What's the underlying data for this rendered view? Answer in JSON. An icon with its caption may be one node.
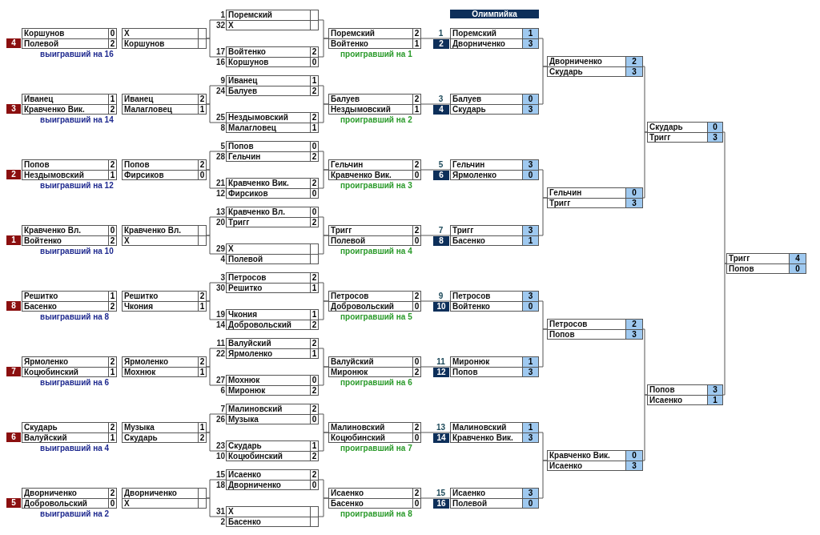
{
  "diagram": {
    "title": "Олимпийка",
    "nodes": [
      {
        "text": [
          "Коршунов",
          "0",
          "Полевой",
          "2"
        ],
        "beside": [
          "4",
          "выигравший на 16"
        ]
      },
      {
        "text": [
          "Иванец",
          "1",
          "Кравченко Вик.",
          "2"
        ],
        "beside": [
          "3",
          "выигравший на 14"
        ]
      },
      {
        "text": [
          "Попов",
          "2",
          "Нездымовский",
          "1"
        ],
        "beside": [
          "2",
          "выигравший на 12"
        ]
      },
      {
        "text": [
          "Кравченко Вл.",
          "0",
          "Войтенко",
          "2"
        ],
        "beside": [
          "1",
          "выигравший на 10"
        ]
      },
      {
        "text": [
          "Решитко",
          "1",
          "Басенко",
          "2"
        ],
        "beside": [
          "8",
          "выигравший на 8"
        ]
      },
      {
        "text": [
          "Ярмоленко",
          "2",
          "Коцюбинский",
          "1"
        ],
        "beside": [
          "7",
          "выигравший на 6"
        ]
      },
      {
        "text": [
          "Скударь",
          "2",
          "Валуйский",
          "1"
        ],
        "beside": [
          "6",
          "выигравший на 4"
        ]
      },
      {
        "text": [
          "Дворниченко",
          "2",
          "Добровольский",
          "0"
        ],
        "beside": [
          "5",
          "выигравший на 2"
        ]
      },
      {
        "text": [
          "X",
          "Коршунов"
        ]
      },
      {
        "text": [
          "Иванец",
          "2",
          "Малагловец",
          "1"
        ]
      },
      {
        "text": [
          "Попов",
          "2",
          "Фирсиков",
          "0"
        ]
      },
      {
        "text": [
          "Кравченко Вл.",
          "X"
        ]
      },
      {
        "text": [
          "Решитко",
          "2",
          "Чкония",
          "1"
        ]
      },
      {
        "text": [
          "Ярмоленко",
          "2",
          "Мохнюк",
          "1"
        ]
      },
      {
        "text": [
          "Музыка",
          "1",
          "Скударь",
          "2"
        ]
      },
      {
        "text": [
          "Дворниченко",
          "X"
        ]
      },
      {
        "text": [
          "Поремский",
          "X"
        ],
        "beside": [
          "1",
          "32"
        ]
      },
      {
        "text": [
          "Войтенко",
          "2",
          "Коршунов",
          "0"
        ],
        "beside": [
          "17",
          "16"
        ]
      },
      {
        "text": [
          "Иванец",
          "1",
          "Балуев",
          "2"
        ],
        "beside": [
          "9",
          "24"
        ]
      },
      {
        "text": [
          "Нездымовский",
          "2",
          "Малагловец",
          "1"
        ],
        "beside": [
          "25",
          "8"
        ]
      },
      {
        "text": [
          "Попов",
          "0",
          "Гельчин",
          "2"
        ],
        "beside": [
          "5",
          "28"
        ]
      },
      {
        "text": [
          "Кравченко Вик.",
          "2",
          "Фирсиков",
          "0"
        ],
        "beside": [
          "21",
          "12"
        ]
      },
      {
        "text": [
          "Кравченко Вл.",
          "0",
          "Тригг",
          "2"
        ],
        "beside": [
          "13",
          "20"
        ]
      },
      {
        "text": [
          "X",
          "Полевой"
        ],
        "beside": [
          "29",
          "4"
        ]
      },
      {
        "text": [
          "Петросов",
          "2",
          "Решитко",
          "1"
        ],
        "beside": [
          "3",
          "30"
        ]
      },
      {
        "text": [
          "Чкония",
          "1",
          "Добровольский",
          "2"
        ],
        "beside": [
          "19",
          "14"
        ]
      },
      {
        "text": [
          "Валуйский",
          "2",
          "Ярмоленко",
          "1"
        ],
        "beside": [
          "11",
          "22"
        ]
      },
      {
        "text": [
          "Мохнюк",
          "0",
          "Миронюк",
          "2"
        ],
        "beside": [
          "27",
          "6"
        ]
      },
      {
        "text": [
          "Малиновский",
          "2",
          "Музыка",
          "0"
        ],
        "beside": [
          "7",
          "26"
        ]
      },
      {
        "text": [
          "Скударь",
          "1",
          "Коцюбинский",
          "2"
        ],
        "beside": [
          "23",
          "10"
        ]
      },
      {
        "text": [
          "Исаенко",
          "2",
          "Дворниченко",
          "0"
        ],
        "beside": [
          "15",
          "18"
        ]
      },
      {
        "text": [
          "X",
          "Басенко"
        ],
        "beside": [
          "31",
          "2"
        ]
      },
      {
        "text": [
          "Поремский",
          "2",
          "Войтенко",
          "1"
        ],
        "beside": [
          "проигравший на 1"
        ]
      },
      {
        "text": [
          "Балуев",
          "2",
          "Нездымовский",
          "1"
        ],
        "beside": [
          "проигравший на 2"
        ]
      },
      {
        "text": [
          "Гельчин",
          "2",
          "Кравченко Вик.",
          "0"
        ],
        "beside": [
          "проигравший на 3"
        ]
      },
      {
        "text": [
          "Тригг",
          "2",
          "Полевой",
          "0"
        ],
        "beside": [
          "проигравший на 4"
        ]
      },
      {
        "text": [
          "Петросов",
          "2",
          "Добровольский",
          "0"
        ],
        "beside": [
          "проигравший на 5"
        ]
      },
      {
        "text": [
          "Валуйский",
          "0",
          "Миронюк",
          "2"
        ],
        "beside": [
          "проигравший на 6"
        ]
      },
      {
        "text": [
          "Малиновский",
          "2",
          "Коцюбинский",
          "0"
        ],
        "beside": [
          "проигравший на 7"
        ]
      },
      {
        "text": [
          "Исаенко",
          "2",
          "Басенко",
          "0"
        ],
        "beside": [
          "проигравший на 8"
        ]
      },
      {
        "text": [
          "Поремский",
          "1",
          "Дворниченко",
          "3"
        ],
        "beside": [
          "1",
          "2"
        ]
      },
      {
        "text": [
          "Балуев",
          "0",
          "Скударь",
          "3"
        ],
        "beside": [
          "3",
          "4"
        ]
      },
      {
        "text": [
          "Гельчин",
          "3",
          "Ярмоленко",
          "0"
        ],
        "beside": [
          "5",
          "6"
        ]
      },
      {
        "text": [
          "Тригг",
          "3",
          "Басенко",
          "1"
        ],
        "beside": [
          "7",
          "8"
        ]
      },
      {
        "text": [
          "Петросов",
          "3",
          "Войтенко",
          "0"
        ],
        "beside": [
          "9",
          "10"
        ]
      },
      {
        "text": [
          "Миронюк",
          "1",
          "Попов",
          "3"
        ],
        "beside": [
          "11",
          "12"
        ]
      },
      {
        "text": [
          "Малиновский",
          "1",
          "Кравченко Вик.",
          "3"
        ],
        "beside": [
          "13",
          "14"
        ]
      },
      {
        "text": [
          "Исаенко",
          "3",
          "Полевой",
          "0"
        ],
        "beside": [
          "15",
          "16"
        ]
      },
      {
        "text": [
          "Дворниченко",
          "2",
          "Скударь",
          "3"
        ]
      },
      {
        "text": [
          "Гельчин",
          "0",
          "Тригг",
          "3"
        ]
      },
      {
        "text": [
          "Петросов",
          "2",
          "Попов",
          "3"
        ]
      },
      {
        "text": [
          "Кравченко Вик.",
          "0",
          "Исаенко",
          "3"
        ]
      },
      {
        "text": [
          "Скударь",
          "0",
          "Тригг",
          "3"
        ]
      },
      {
        "text": [
          "Попов",
          "3",
          "Исаенко",
          "1"
        ]
      },
      {
        "text": [
          "Тригг",
          "4",
          "Попов",
          "0"
        ]
      }
    ],
    "edges": [
      {
        "from": 8,
        "to": 16,
        "arrow": "none"
      },
      {
        "from": 8,
        "to": 17,
        "arrow": "none"
      },
      {
        "from": 9,
        "to": 18,
        "arrow": "none"
      },
      {
        "from": 9,
        "to": 19,
        "arrow": "none"
      },
      {
        "from": 10,
        "to": 20,
        "arrow": "none"
      },
      {
        "from": 10,
        "to": 21,
        "arrow": "none"
      },
      {
        "from": 11,
        "to": 22,
        "arrow": "none"
      },
      {
        "from": 11,
        "to": 23,
        "arrow": "none"
      },
      {
        "from": 12,
        "to": 24,
        "arrow": "none"
      },
      {
        "from": 12,
        "to": 25,
        "arrow": "none"
      },
      {
        "from": 13,
        "to": 26,
        "arrow": "none"
      },
      {
        "from": 13,
        "to": 27,
        "arrow": "none"
      },
      {
        "from": 14,
        "to": 28,
        "arrow": "none"
      },
      {
        "from": 14,
        "to": 29,
        "arrow": "none"
      },
      {
        "from": 15,
        "to": 30,
        "arrow": "none"
      },
      {
        "from": 15,
        "to": 31,
        "arrow": "none"
      },
      {
        "from": 16,
        "to": 32,
        "arrow": "none"
      },
      {
        "from": 17,
        "to": 32,
        "arrow": "none"
      },
      {
        "from": 18,
        "to": 33,
        "arrow": "none"
      },
      {
        "from": 19,
        "to": 33,
        "arrow": "none"
      },
      {
        "from": 20,
        "to": 34,
        "arrow": "none"
      },
      {
        "from": 21,
        "to": 34,
        "arrow": "none"
      },
      {
        "from": 22,
        "to": 35,
        "arrow": "none"
      },
      {
        "from": 23,
        "to": 35,
        "arrow": "none"
      },
      {
        "from": 24,
        "to": 36,
        "arrow": "none"
      },
      {
        "from": 25,
        "to": 36,
        "arrow": "none"
      },
      {
        "from": 26,
        "to": 37,
        "arrow": "none"
      },
      {
        "from": 27,
        "to": 37,
        "arrow": "none"
      },
      {
        "from": 28,
        "to": 38,
        "arrow": "none"
      },
      {
        "from": 29,
        "to": 38,
        "arrow": "none"
      },
      {
        "from": 30,
        "to": 39,
        "arrow": "none"
      },
      {
        "from": 31,
        "to": 39,
        "arrow": "none"
      },
      {
        "from": 32,
        "to": 40,
        "arrow": "none"
      },
      {
        "from": 33,
        "to": 41,
        "arrow": "none"
      },
      {
        "from": 34,
        "to": 42,
        "arrow": "none"
      },
      {
        "from": 35,
        "to": 43,
        "arrow": "none"
      },
      {
        "from": 36,
        "to": 44,
        "arrow": "none"
      },
      {
        "from": 37,
        "to": 45,
        "arrow": "none"
      },
      {
        "from": 38,
        "to": 46,
        "arrow": "none"
      },
      {
        "from": 39,
        "to": 47,
        "arrow": "none"
      },
      {
        "from": 40,
        "to": 48,
        "arrow": "none"
      },
      {
        "from": 41,
        "to": 48,
        "arrow": "none"
      },
      {
        "from": 42,
        "to": 49,
        "arrow": "none"
      },
      {
        "from": 43,
        "to": 49,
        "arrow": "none"
      },
      {
        "from": 44,
        "to": 50,
        "arrow": "none"
      },
      {
        "from": 45,
        "to": 50,
        "arrow": "none"
      },
      {
        "from": 46,
        "to": 51,
        "arrow": "none"
      },
      {
        "from": 47,
        "to": 51,
        "arrow": "none"
      },
      {
        "from": 48,
        "to": 52,
        "arrow": "none"
      },
      {
        "from": 49,
        "to": 52,
        "arrow": "none"
      },
      {
        "from": 50,
        "to": 53,
        "arrow": "none"
      },
      {
        "from": 51,
        "to": 53,
        "arrow": "none"
      },
      {
        "from": 52,
        "to": 54,
        "arrow": "none"
      },
      {
        "from": 53,
        "to": 54,
        "arrow": "none"
      }
    ]
  }
}
